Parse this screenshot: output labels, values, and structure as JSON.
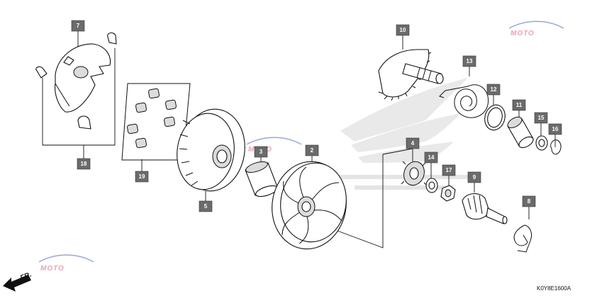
{
  "diagram_code": "K0Y8E1600A",
  "direction_label": "FR.",
  "watermark_text": "MOTO",
  "colors": {
    "callout": "#6b6b6b",
    "line": "#111111",
    "watermark": "#e9a3b5"
  },
  "callouts": [
    {
      "id": "7",
      "label": "7"
    },
    {
      "id": "18",
      "label": "18"
    },
    {
      "id": "19",
      "label": "19"
    },
    {
      "id": "5",
      "label": "5"
    },
    {
      "id": "3",
      "label": "3"
    },
    {
      "id": "2",
      "label": "2"
    },
    {
      "id": "4",
      "label": "4"
    },
    {
      "id": "14",
      "label": "14"
    },
    {
      "id": "17",
      "label": "17"
    },
    {
      "id": "9",
      "label": "9"
    },
    {
      "id": "8",
      "label": "8"
    },
    {
      "id": "10",
      "label": "10"
    },
    {
      "id": "13",
      "label": "13"
    },
    {
      "id": "12",
      "label": "12"
    },
    {
      "id": "11",
      "label": "11"
    },
    {
      "id": "15",
      "label": "15"
    },
    {
      "id": "16",
      "label": "16"
    }
  ]
}
